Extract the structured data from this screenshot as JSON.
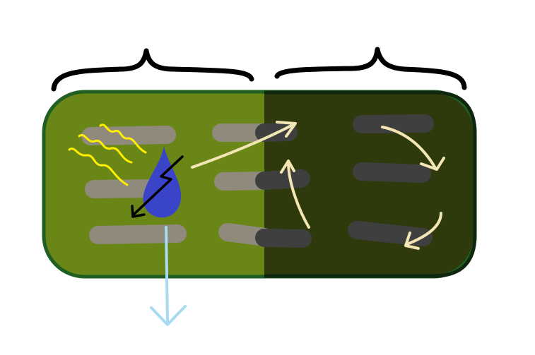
{
  "colors": {
    "background": "#ffffff",
    "cell_outline": "#1f5f22",
    "light_region": "#6a8617",
    "dark_region": "#2e3a0c",
    "dark_region_edge": "#0f260f",
    "light_membrane": "#8f8a7c",
    "dark_membrane": "#3f3f3f",
    "sunlight": "#ffee00",
    "water": "#3a44c8",
    "zigzag": "#000000",
    "flow_arrow": "#f3e6b4",
    "output_arrow": "#a8dbf2",
    "brace": "#000000"
  },
  "icons": {
    "sunlight": "wavy-lines",
    "water": "water-drop",
    "energy": "lightning-arrow",
    "output": "down-arrow",
    "cycle": "curved-arrows"
  }
}
